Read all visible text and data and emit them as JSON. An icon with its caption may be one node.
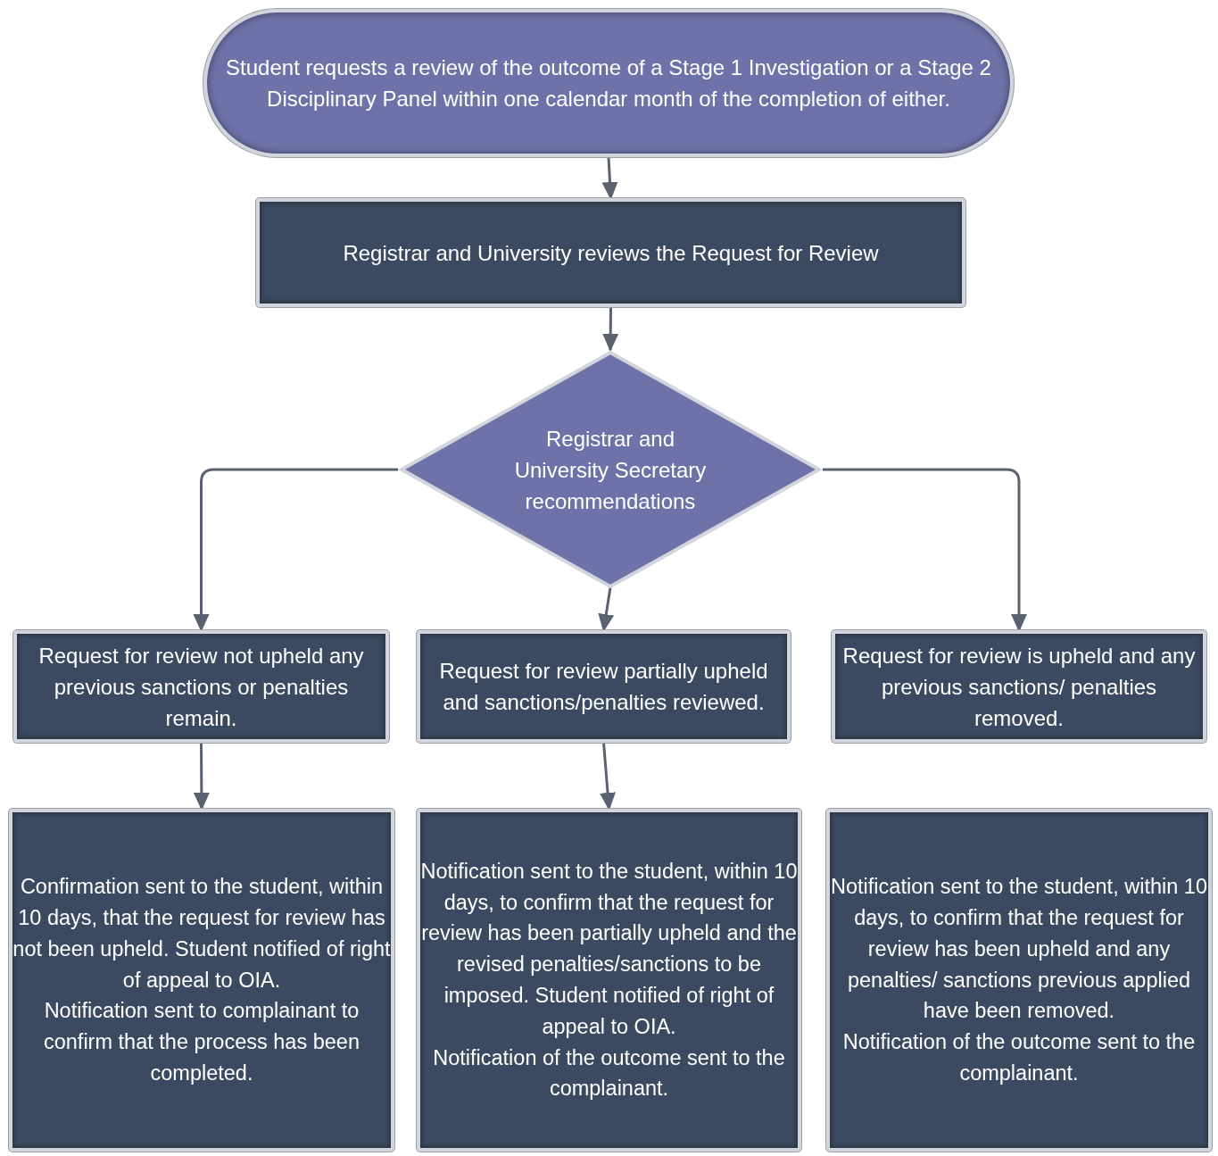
{
  "diagram": {
    "nodes": [
      {
        "text": [
          "Student requests a review of the outcome of a Stage 1 Investigation or a Stage 2 Disciplinary Panel within one calendar month of the completion of either."
        ]
      },
      {
        "text": [
          "Registrar and University reviews the Request for Review"
        ]
      },
      {
        "text": [
          "Registrar and University Secretary recommendations"
        ]
      },
      {
        "text": [
          "Request for review not upheld any previous sanctions or penalties remain."
        ]
      },
      {
        "text": [
          "Request for review partially upheld and sanctions/penalties reviewed."
        ]
      },
      {
        "text": [
          "Request for review is upheld and any previous sanctions/ penalties removed."
        ]
      },
      {
        "text": [
          "Confirmation sent to the student, within 10 days, that the request for review has not been upheld. Student notified of right of appeal to OIA.",
          "Notification sent to complainant to confirm that the process has been completed."
        ]
      },
      {
        "text": [
          "Notification sent to the student, within 10 days, to confirm that the request for review has been partially upheld and the revised penalties/sanctions to be imposed. Student notified of right of appeal to OIA.",
          "Notification of the outcome sent to the complainant."
        ]
      },
      {
        "text": [
          "Notification sent to the student, within 10 days, to confirm that the request for review has been upheld and any penalties/ sanctions previous applied have been removed.",
          "Notification of the outcome sent to the complainant."
        ]
      }
    ],
    "edges": [
      {
        "from": 0,
        "to": 1,
        "arrow": "to"
      },
      {
        "from": 1,
        "to": 2,
        "arrow": "to"
      },
      {
        "from": 2,
        "to": 3,
        "arrow": "to"
      },
      {
        "from": 2,
        "to": 4,
        "arrow": "to"
      },
      {
        "from": 2,
        "to": 5,
        "arrow": "to"
      },
      {
        "from": 3,
        "to": 6,
        "arrow": "to"
      },
      {
        "from": 4,
        "to": 7,
        "arrow": "to"
      }
    ]
  }
}
